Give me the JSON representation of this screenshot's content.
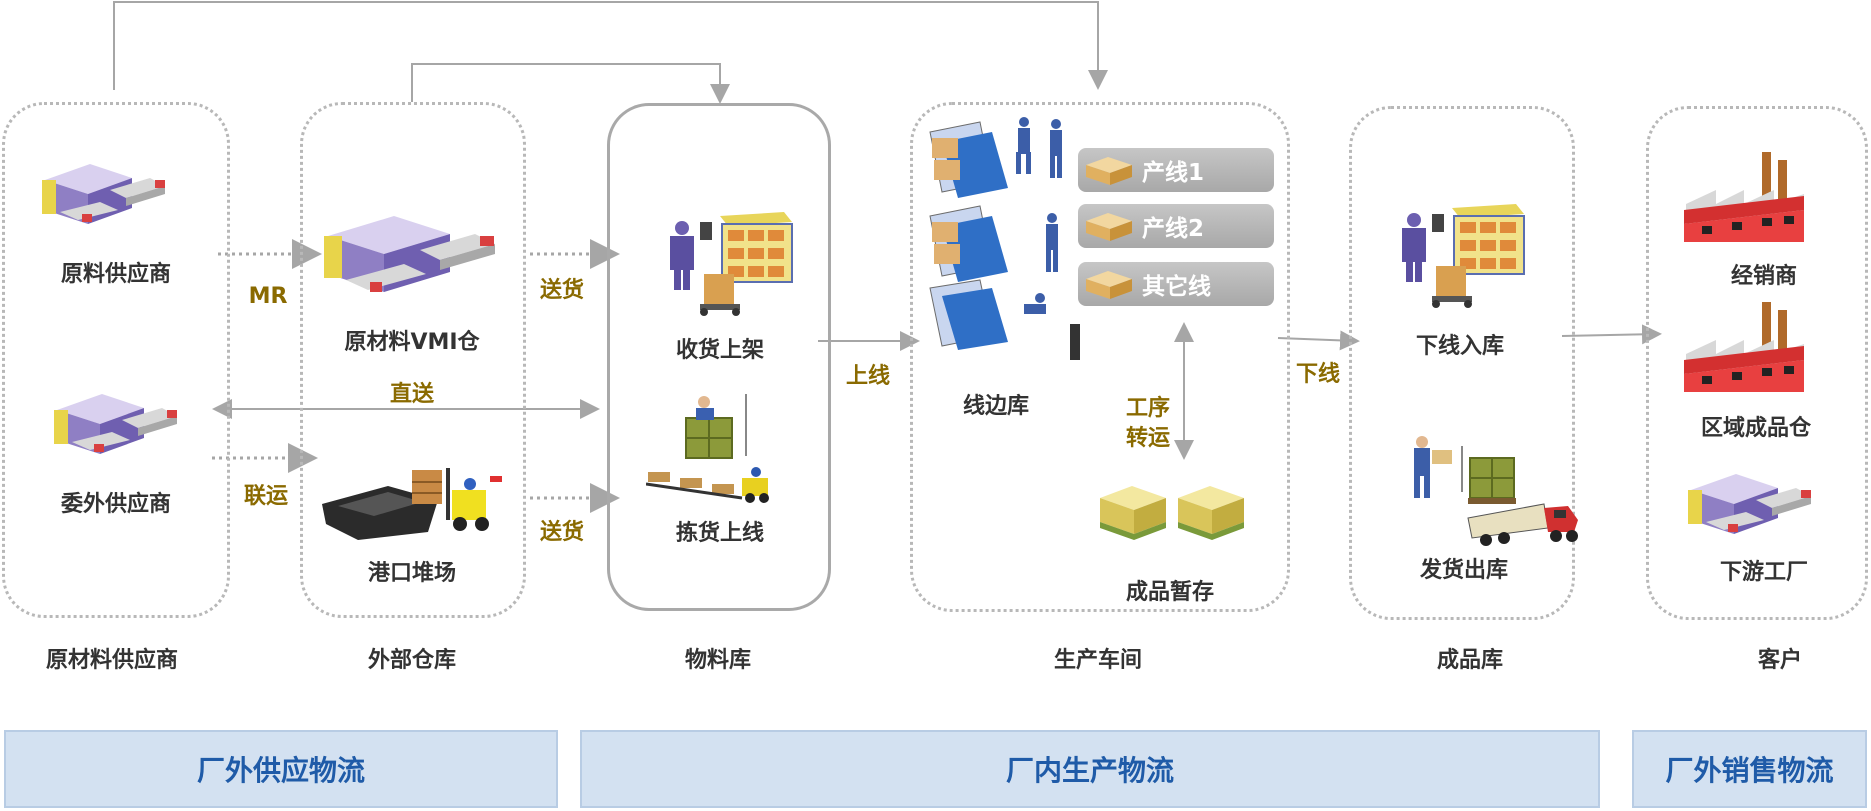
{
  "columns": {
    "raw_supplier": "原材料供应商",
    "external_warehouse": "外部仓库",
    "material_store": "物料库",
    "workshop": "生产车间",
    "finished_store": "成品库",
    "customer": "客户"
  },
  "nodes": {
    "raw_material_supplier": "原料供应商",
    "outsource_supplier": "委外供应商",
    "vmi_warehouse": "原材料VMI仓",
    "port_yard": "港口堆场",
    "receive_shelve": "收货上架",
    "pick_online": "拣货上线",
    "line_side_store": "线边库",
    "finished_temp": "成品暂存",
    "offline_inbound": "下线入库",
    "ship_out": "发货出库",
    "distributor": "经销商",
    "regional_warehouse": "区域成品仓",
    "downstream_factory": "下游工厂"
  },
  "lines": [
    "产线1",
    "产线2",
    "其它线"
  ],
  "flow_labels": {
    "mr": "MR",
    "joint": "联运",
    "direct": "直送",
    "deliver_top": "送货",
    "deliver_bottom": "送货",
    "online": "上线",
    "offline": "下线",
    "process_transfer_1": "工序",
    "process_transfer_2": "转运"
  },
  "bands": {
    "outside_supply": "厂外供应物流",
    "inside_production": "厂内生产物流",
    "outside_sales": "厂外销售物流"
  },
  "icons": {
    "supplier": "conveyor-machine-icon",
    "warehouse": "shelf-worker-icon",
    "port": "ship-forklift-icon",
    "line_side": "rack-workers-icon",
    "pallet": "pallet-boxes-icon",
    "truck": "truck-icon",
    "factory": "factory-icon"
  },
  "colors": {
    "gold_label": "#8a6a00",
    "band_fill": "#d3e1f1",
    "band_text": "#1f5ba8",
    "connector": "#a6a6a6"
  }
}
